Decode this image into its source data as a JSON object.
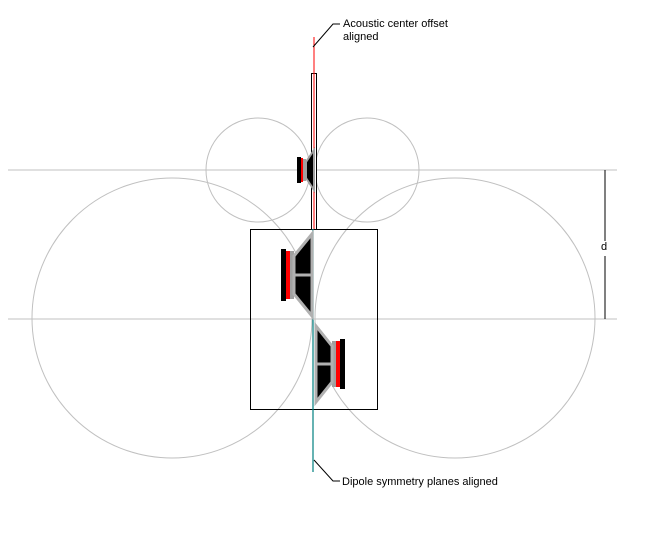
{
  "annotations": {
    "top_label_line1": "Acoustic center offset",
    "top_label_line2": "aligned",
    "bottom_label": "Dipole symmetry planes aligned",
    "distance_label": "d"
  },
  "colors": {
    "guide": "#c0c0c0",
    "outline": "#000000",
    "acoustic_axis": "#ff0000",
    "dipole_axis": "#008080",
    "magnet": "#ff0000",
    "frame": "#a0a0a0"
  }
}
